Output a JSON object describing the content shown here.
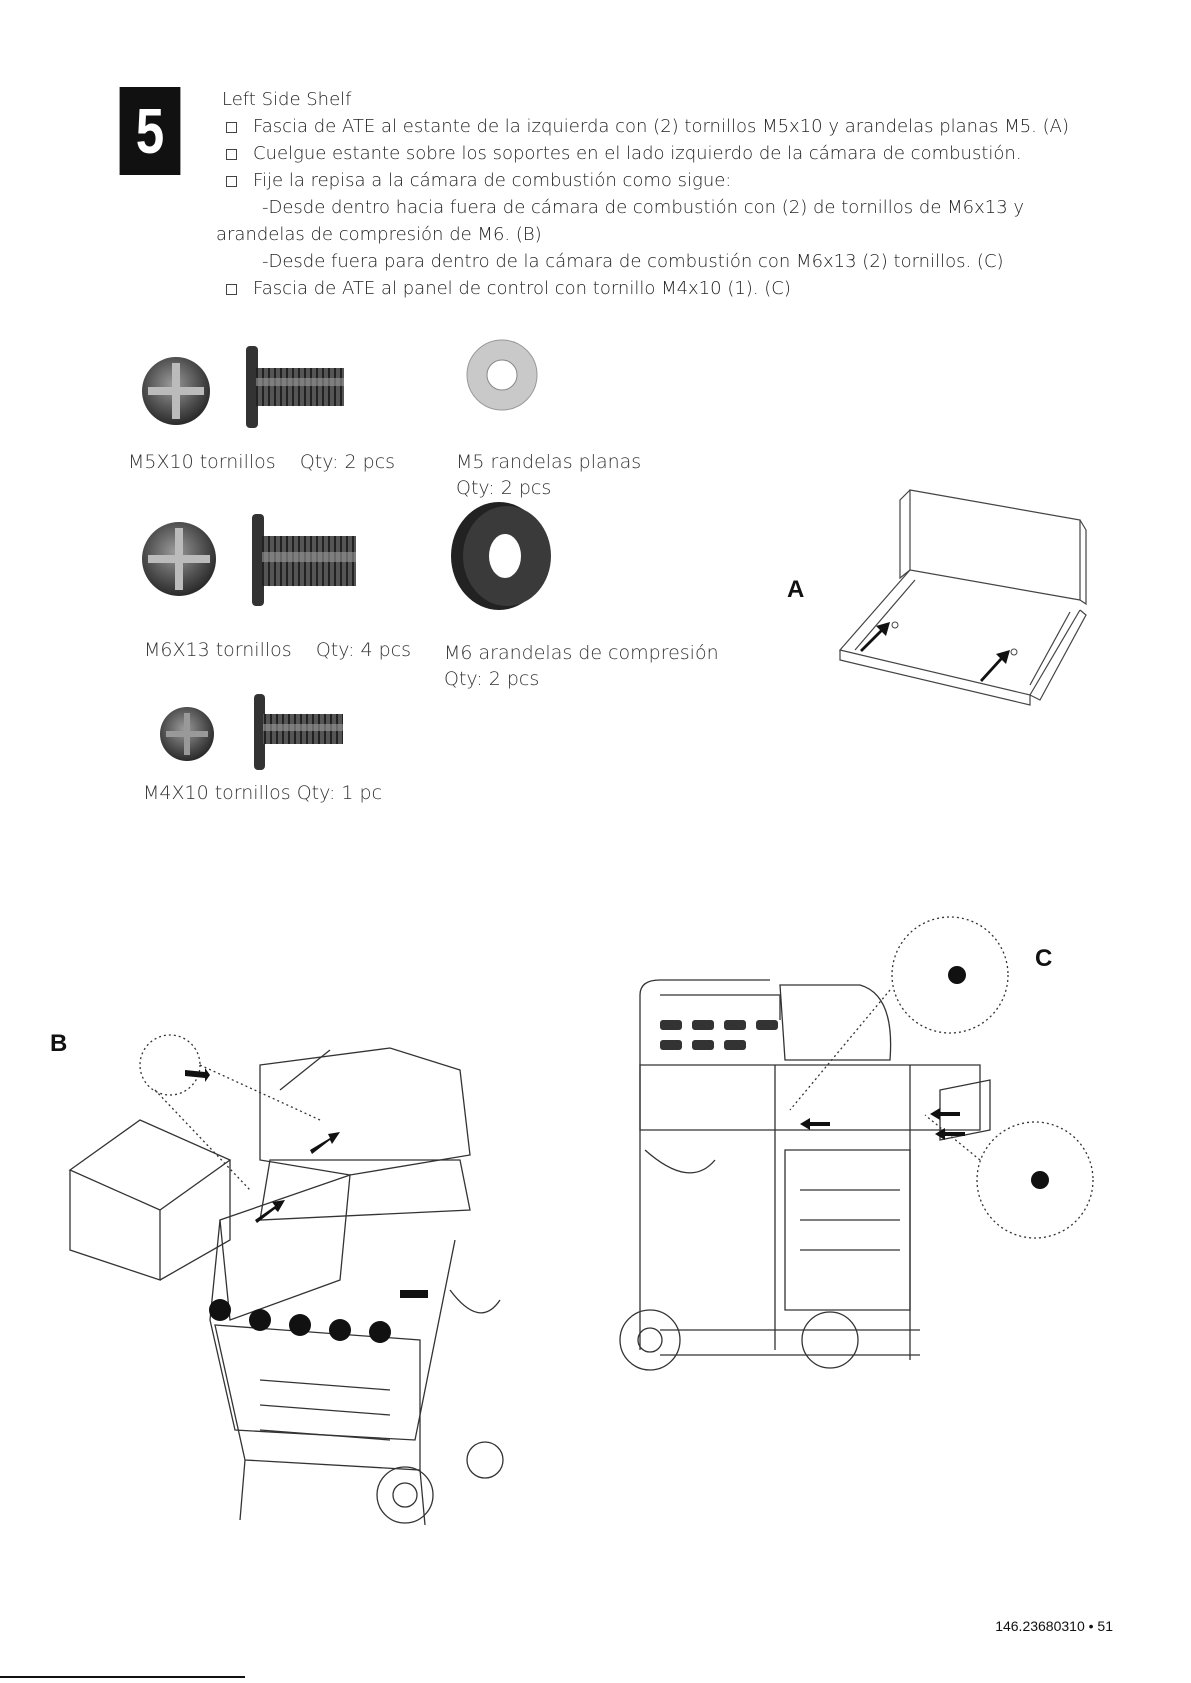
{
  "step": {
    "number": "5"
  },
  "instructions": {
    "heading": "Left Side Shelf",
    "bullet_1": "Fascia de ATE al estante de la izquierda con (2) tornillos M5x10 y arandelas planas M5. (A)",
    "bullet_2": "Cuelgue estante sobre los soportes en el lado izquierdo de la cámara de combustión.",
    "bullet_3": "Fije la repisa a la cámara de combustión como sigue:",
    "sub_1_line1": "-Desde dentro hacia fuera de cámara de combustión con (2) de tornillos de M6x13 y",
    "sub_1_line2": "arandelas de compresión de M6. (B)",
    "sub_2": "-Desde fuera para dentro de la cámara de combustión con M6x13 (2) tornillos. (C)",
    "bullet_4": "Fascia de ATE al panel de control con tornillo M4x10 (1). (C)"
  },
  "parts": {
    "m5x10": {
      "name": "M5X10 tornillos",
      "qty": "Qty: 2 pcs"
    },
    "m5_washer": {
      "name": "M5 randelas planas",
      "qty": "Qty: 2 pcs"
    },
    "m6x13": {
      "name": "M6X13 tornillos",
      "qty": "Qty: 4 pcs"
    },
    "m6_washer": {
      "name": "M6 arandelas de compresión",
      "qty": "Qty: 2 pcs"
    },
    "m4x10": {
      "label": "M4X10 tornillos Qty: 1 pc"
    }
  },
  "diagrams": {
    "a": "A",
    "b": "B",
    "c": "C"
  },
  "footer": {
    "page_ref": "146.23680310 • 51"
  },
  "icons": [
    "screw-head-icon",
    "screw-side-icon",
    "flat-washer-icon",
    "compression-washer-icon"
  ]
}
